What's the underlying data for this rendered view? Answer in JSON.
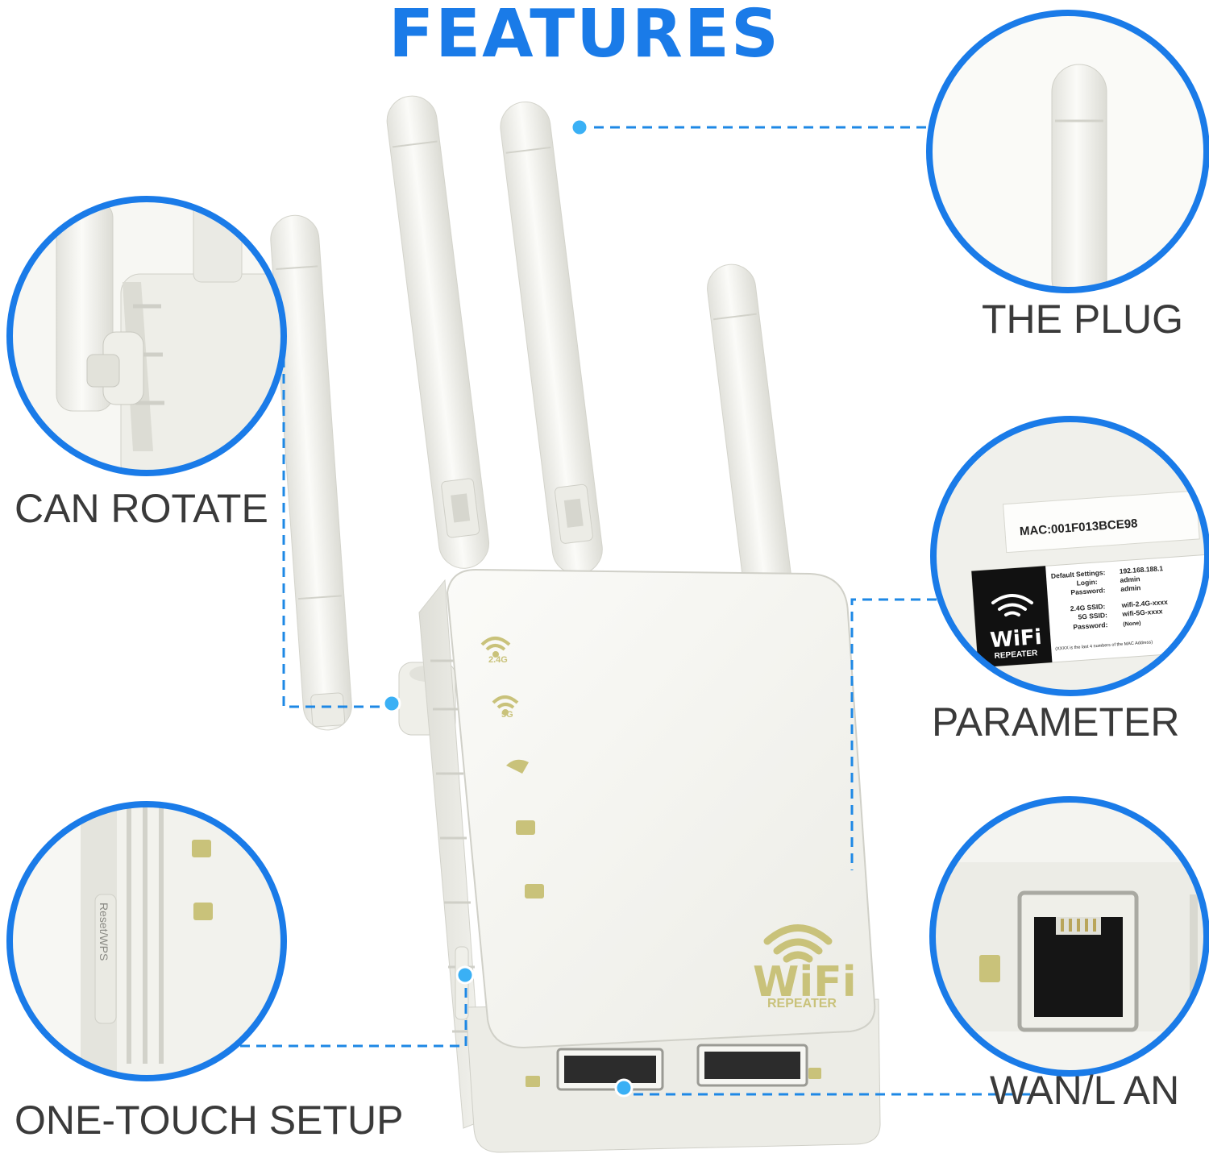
{
  "title": "FEATURES",
  "labels": {
    "can_rotate": "CAN ROTATE",
    "one_touch_setup": "ONE-TOUCH SETUP",
    "the_plug": "THE PLUG",
    "parameter": "PARAMETER",
    "wan_lan": "WAN/L AN"
  },
  "device": {
    "brand_line1": "WiFi",
    "brand_line2": "REPEATER",
    "led_24g": "2.4G",
    "led_5g": "5G",
    "side_button": "Reset/WPS"
  },
  "sticker": {
    "mac": "MAC:001F013BCE98",
    "default_settings_label": "Default Settings:",
    "default_settings_value": "192.168.188.1",
    "login_label": "Login:",
    "login_value": "admin",
    "password_label": "Password:",
    "password_value": "admin",
    "ssid24_label": "2.4G SSID:",
    "ssid24_value": "wifi-2.4G-xxxx",
    "ssid5_label": "5G SSID:",
    "ssid5_value": "wifi-5G-xxxx",
    "password2_label": "Password:",
    "password2_value": "(None)",
    "footnote": "(XXXX is the last 4 numbers of the MAC Address)",
    "logo_line1": "WiFi",
    "logo_line2": "REPEATER"
  },
  "colors": {
    "accent": "#1a7be8",
    "callout": "#1e88e5",
    "dot": "#3ab0f5",
    "led": "#c9c27a",
    "label": "#3a3a3a"
  }
}
